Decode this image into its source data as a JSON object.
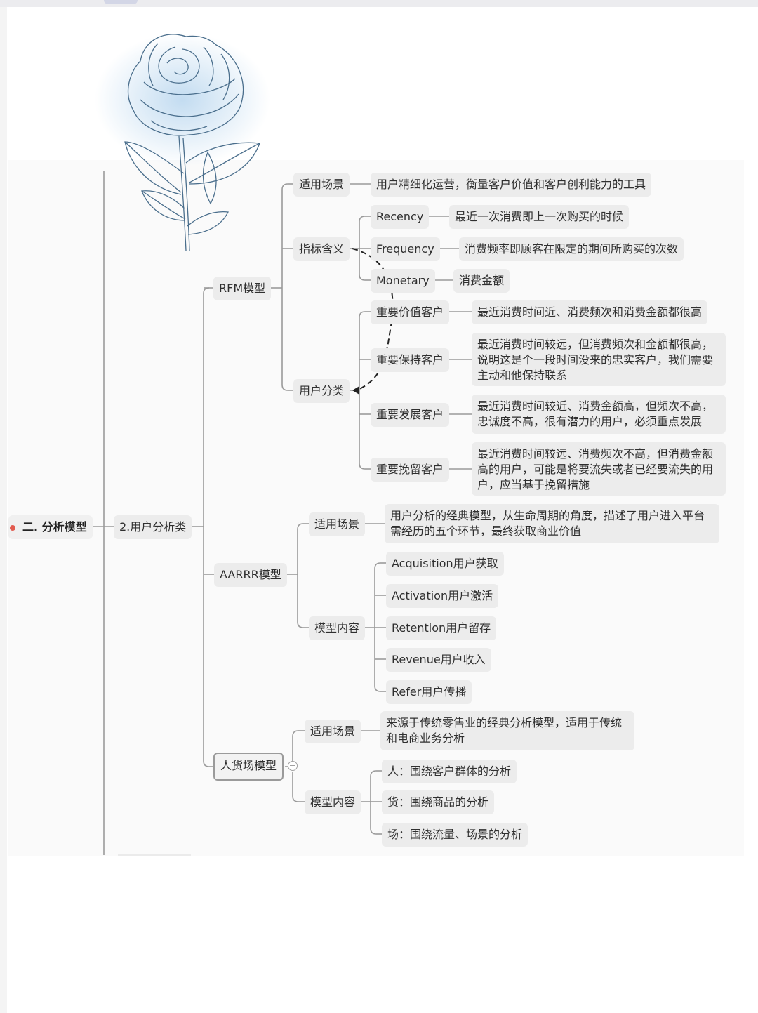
{
  "root": "二. 分析模型",
  "level1": "2.用户分析类",
  "models": {
    "rfm": {
      "label": "RFM模型",
      "scene_label": "适用场景",
      "scene_text": "用户精细化运营，衡量客户价值和客户创利能力的工具",
      "metric_label": "指标含义",
      "metrics": [
        {
          "name": "Recency",
          "desc": "最近一次消费即上一次购买的时候"
        },
        {
          "name": "Frequency",
          "desc": "消费频率即顾客在限定的期间所购买的次数"
        },
        {
          "name": "Monetary",
          "desc": "消费金额"
        }
      ],
      "class_label": "用户分类",
      "classes": [
        {
          "name": "重要价值客户",
          "desc": "最近消费时间近、消费频次和消费金额都很高"
        },
        {
          "name": "重要保持客户",
          "desc": "最近消费时间较远，但消费频次和金额都很高，说明这是个一段时间没来的忠实客户，我们需要主动和他保持联系"
        },
        {
          "name": "重要发展客户",
          "desc": "最近消费时间较近、消费金额高，但频次不高，忠诚度不高，很有潜力的用户，必须重点发展"
        },
        {
          "name": "重要挽留客户",
          "desc": "最近消费时间较远、消费频次不高，但消费金额高的用户，可能是将要流失或者已经要流失的用户，应当基于挽留措施"
        }
      ]
    },
    "aarrr": {
      "label": "AARRR模型",
      "scene_label": "适用场景",
      "scene_text": "用户分析的经典模型，从生命周期的角度，描述了用户进入平台需经历的五个环节，最终获取商业价值",
      "content_label": "模型内容",
      "items": [
        "Acquisition用户获取",
        "Activation用户激活",
        "Retention用户留存",
        "Revenue用户收入",
        "Refer用户传播"
      ]
    },
    "rhc": {
      "label": "人货场模型",
      "scene_label": "适用场景",
      "scene_text": "来源于传统零售业的经典分析模型，适用于传统和电商业务分析",
      "content_label": "模型内容",
      "items": [
        "人：围绕客户群体的分析",
        "货：围绕商品的分析",
        "场：围绕流量、场景的分析"
      ]
    }
  },
  "colors": {
    "node_bg": "#ececec",
    "line": "#9a9a9a",
    "rose_tint": "#bcd8ef"
  }
}
